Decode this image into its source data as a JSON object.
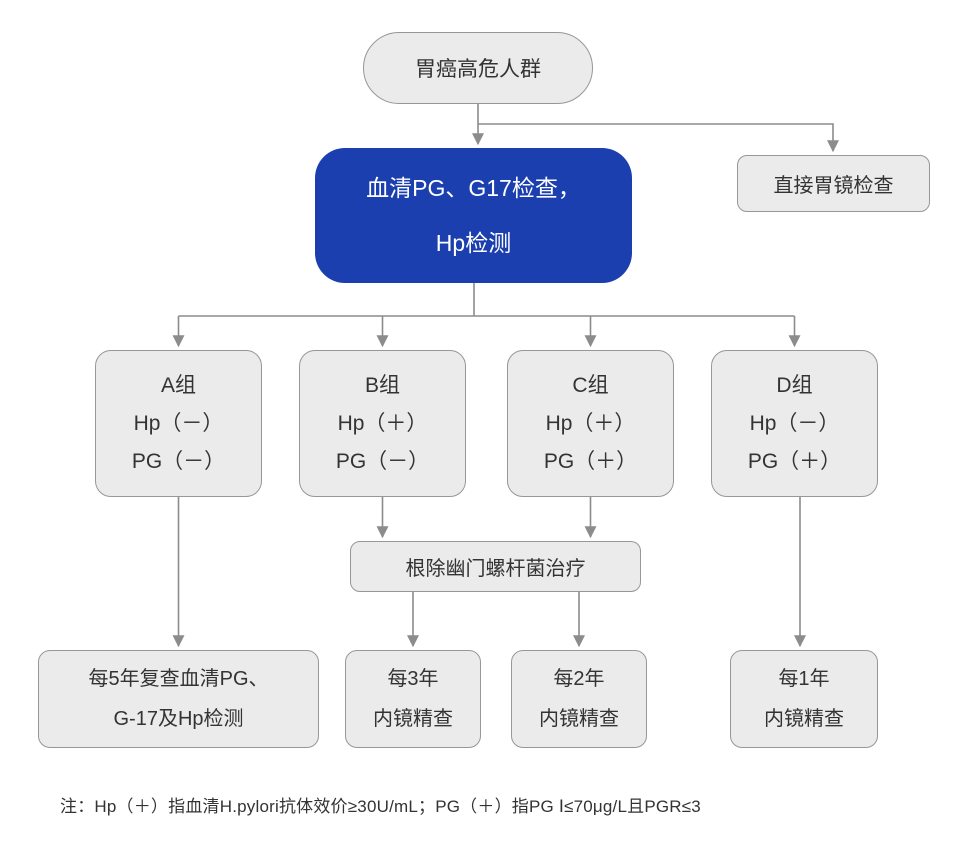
{
  "colors": {
    "node_fill": "#ebebeb",
    "node_border": "#979797",
    "primary_fill": "#1b3fae",
    "primary_text": "#ffffff",
    "arrow": "#8c8c8c",
    "text": "#333333"
  },
  "nodes": {
    "high_risk": {
      "label": "胃癌高危人群"
    },
    "serum_test": {
      "line1": "血清PG、G17检查，",
      "line2": "Hp检测"
    },
    "direct_endoscopy": {
      "label": "直接胃镜检查"
    },
    "group_a": {
      "title": "A组",
      "hp": "Hp（－）",
      "pg": "PG（－）"
    },
    "group_b": {
      "title": "B组",
      "hp": "Hp（＋）",
      "pg": "PG（－）"
    },
    "group_c": {
      "title": "C组",
      "hp": "Hp（＋）",
      "pg": "PG（＋）"
    },
    "group_d": {
      "title": "D组",
      "hp": "Hp（－）",
      "pg": "PG（＋）"
    },
    "eradication": {
      "label": "根除幽门螺杆菌治疗"
    },
    "follow_a": {
      "line1": "每5年复查血清PG、",
      "line2": "G-17及Hp检测"
    },
    "follow_b": {
      "line1": "每3年",
      "line2": "内镜精查"
    },
    "follow_c": {
      "line1": "每2年",
      "line2": "内镜精查"
    },
    "follow_d": {
      "line1": "每1年",
      "line2": "内镜精查"
    }
  },
  "note": "注：Hp（＋）指血清H.pylori抗体效价≥30U/mL；PG（＋）指PG Ⅰ≤70μg/L且PGR≤3"
}
